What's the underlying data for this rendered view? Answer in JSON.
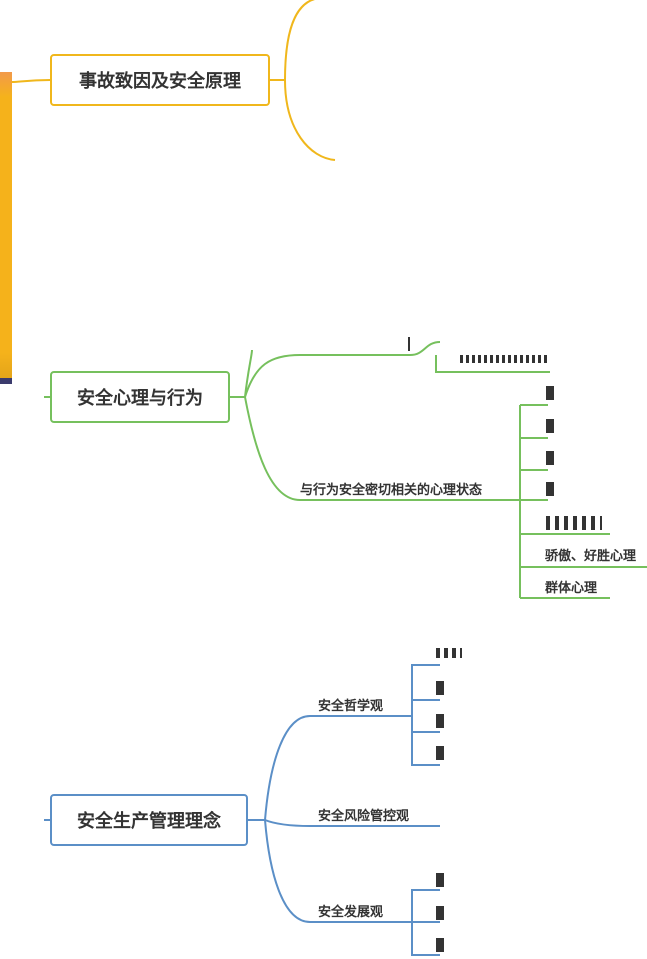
{
  "colors": {
    "branch_orange": "#f0b71c",
    "branch_green": "#76c05d",
    "branch_blue": "#5b8fc7",
    "side_bar": "#f5b21b"
  },
  "branches": [
    {
      "title": "事故致因及安全原理"
    },
    {
      "title": "安全心理与行为",
      "children": [
        {
          "label": "与行为安全密切相关的心理状态"
        }
      ],
      "states": [
        "骄傲、好胜心理",
        "群体心理"
      ]
    },
    {
      "title": "安全生产管理理念",
      "children": [
        {
          "label": "安全哲学观"
        },
        {
          "label": "安全风险管控观"
        },
        {
          "label": "安全发展观"
        }
      ]
    }
  ]
}
